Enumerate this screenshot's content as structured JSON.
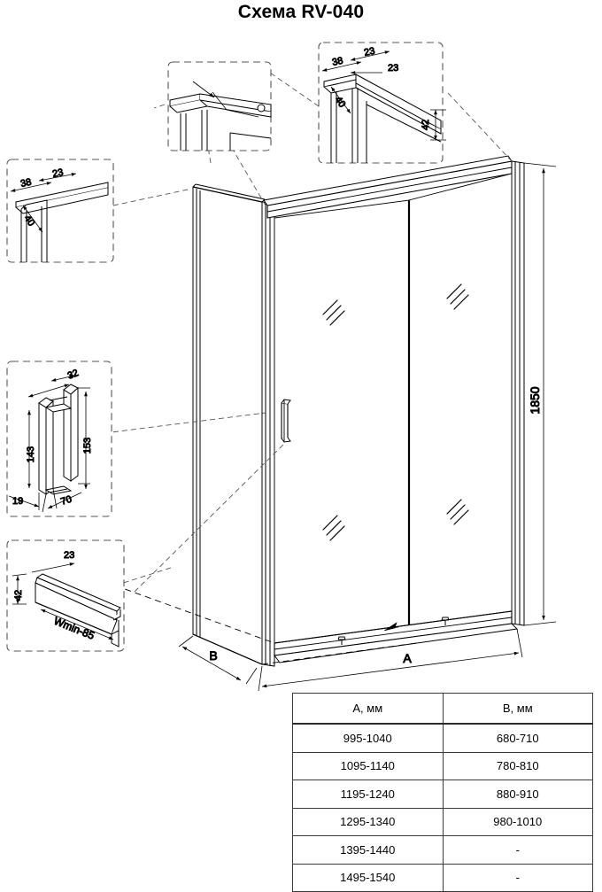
{
  "title": "Схема RV-040",
  "main_drawing": {
    "name": "shower-enclosure-isometric",
    "dimensions": {
      "height_label": "1850",
      "width_label": "A",
      "depth_label": "B"
    }
  },
  "detail_callouts": [
    {
      "id": "top-left-profile",
      "name": "detail-top-left-profile",
      "labels": [
        "38",
        "23",
        "40"
      ]
    },
    {
      "id": "top-middle-corner",
      "name": "detail-top-middle-corner",
      "labels": []
    },
    {
      "id": "top-right-profile",
      "name": "detail-top-right-profile",
      "labels": [
        "38",
        "23",
        "40",
        "23",
        "42"
      ]
    },
    {
      "id": "handle",
      "name": "detail-door-handle",
      "labels": [
        "32",
        "143",
        "153",
        "19",
        "70"
      ]
    },
    {
      "id": "bottom-rail",
      "name": "detail-bottom-rail",
      "labels": [
        "23",
        "42",
        "Wmin-85"
      ]
    }
  ],
  "labels": {
    "d38": "38",
    "d23": "23",
    "d40": "40",
    "d23b": "23",
    "d42": "42",
    "tl_38": "38",
    "tl_23": "23",
    "tl_40": "40",
    "h32": "32",
    "h143": "143",
    "h153": "153",
    "h19": "19",
    "h70": "70",
    "b23": "23",
    "b42": "42",
    "wmin": "Wmin-85",
    "height": "1850",
    "widthA": "A",
    "depthB": "B"
  },
  "table": {
    "name": "size-chart",
    "headers": [
      "A, мм",
      "B, мм"
    ],
    "rows": [
      [
        "995-1040",
        "680-710"
      ],
      [
        "1095-1140",
        "780-810"
      ],
      [
        "1195-1240",
        "880-910"
      ],
      [
        "1295-1340",
        "980-1010"
      ],
      [
        "1395-1440",
        "-"
      ],
      [
        "1495-1540",
        "-"
      ]
    ]
  },
  "colors": {
    "line": "#000000",
    "dash": "#555555",
    "table_border": "#3a3a3a",
    "background": "#ffffff"
  }
}
